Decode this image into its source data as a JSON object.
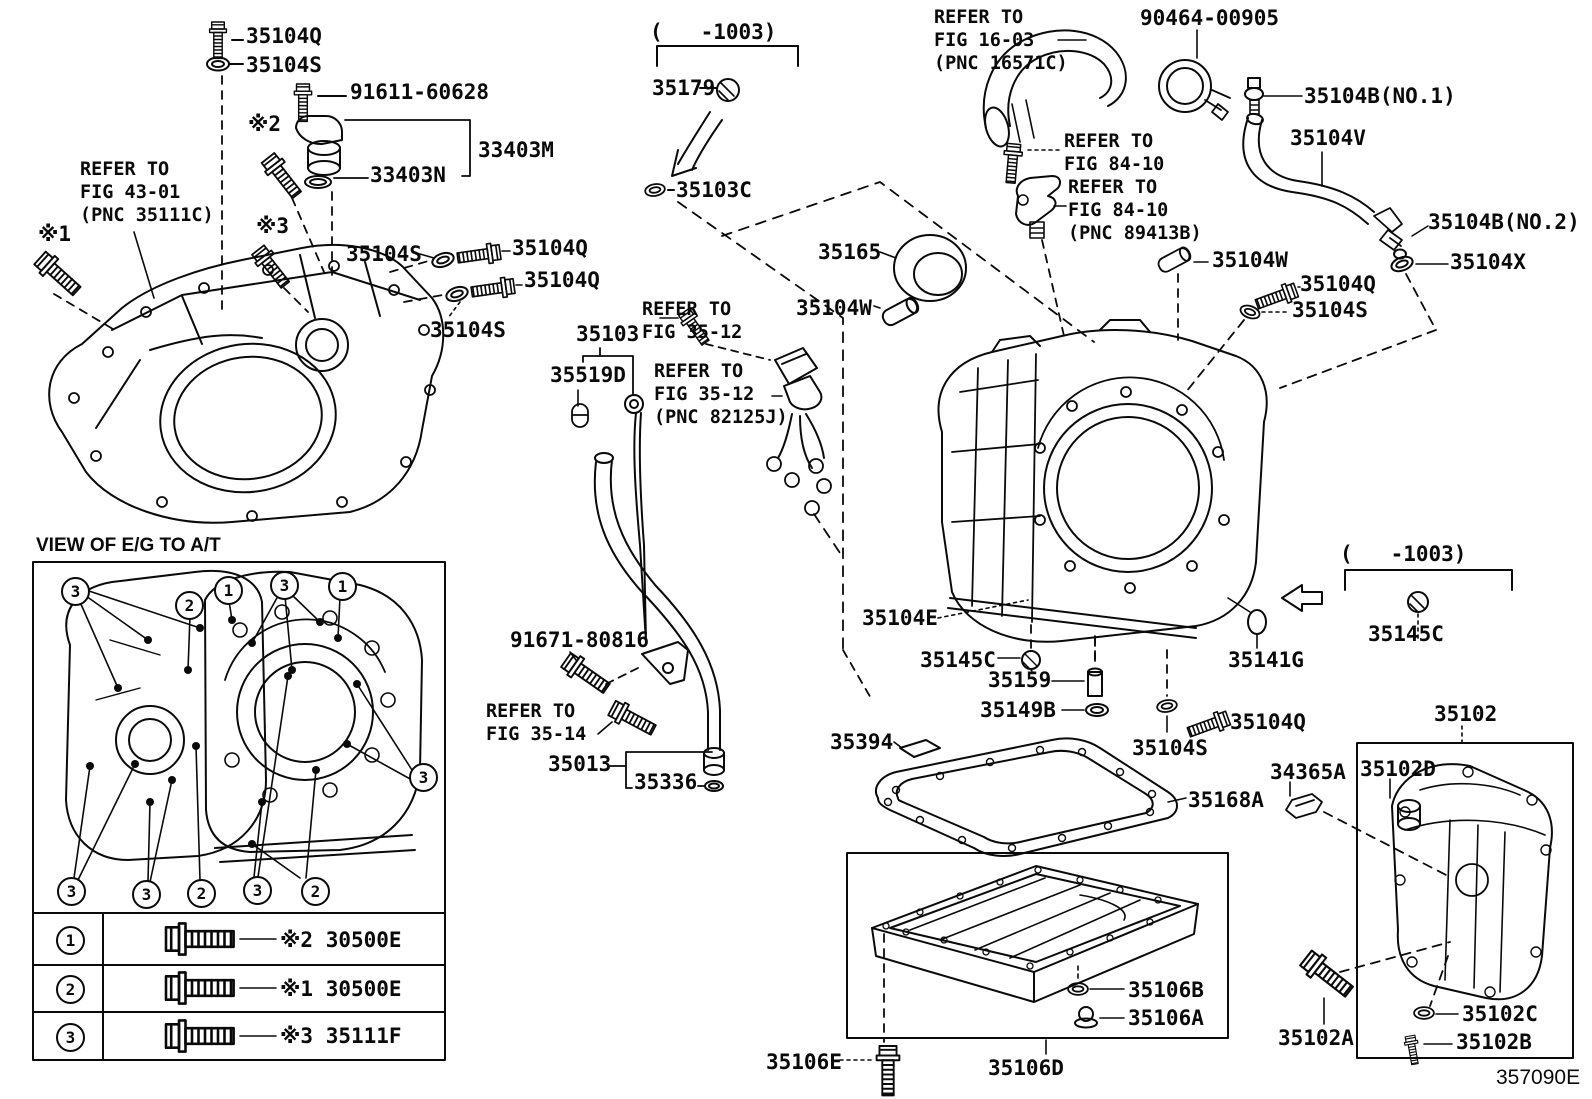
{
  "diagram": {
    "code": "357090E"
  },
  "view": {
    "title": "VIEW OF E/G TO A/T",
    "callouts": [
      {
        "n": "3"
      },
      {
        "n": "2"
      },
      {
        "n": "1"
      },
      {
        "n": "3"
      },
      {
        "n": "1"
      },
      {
        "n": "3"
      },
      {
        "n": "3"
      },
      {
        "n": "3"
      },
      {
        "n": "2"
      },
      {
        "n": "3"
      },
      {
        "n": "2"
      }
    ]
  },
  "legend": {
    "rows": [
      {
        "num": "1",
        "label": "※2 30500E"
      },
      {
        "num": "2",
        "label": "※1 30500E"
      },
      {
        "num": "3",
        "label": "※3 35111F"
      }
    ]
  },
  "labels": [
    {
      "text": "35104Q"
    },
    {
      "text": "35104S"
    },
    {
      "text": "91611-60628"
    },
    {
      "text": "※2"
    },
    {
      "text": "33403M"
    },
    {
      "text": "33403N"
    },
    {
      "text": "REFER TO\nFIG 43-01\n(PNC 35111C)"
    },
    {
      "text": "※1"
    },
    {
      "text": "※3"
    },
    {
      "text": "35104S"
    },
    {
      "text": "35104Q"
    },
    {
      "text": "35104Q"
    },
    {
      "text": "35104S"
    },
    {
      "text": "(   -1003)"
    },
    {
      "text": "35179"
    },
    {
      "text": "35103C"
    },
    {
      "text": "REFER TO\nFIG 16-03\n(PNC 16571C)"
    },
    {
      "text": "90464-00905"
    },
    {
      "text": "35104B(NO.1)"
    },
    {
      "text": "35104V"
    },
    {
      "text": "35104B(NO.2)"
    },
    {
      "text": "35104X"
    },
    {
      "text": "REFER TO\nFIG 84-10"
    },
    {
      "text": "REFER TO\nFIG 84-10\n(PNC 89413B)"
    },
    {
      "text": "35165"
    },
    {
      "text": "35104W"
    },
    {
      "text": "35103"
    },
    {
      "text": "REFER TO\nFIG 35-12"
    },
    {
      "text": "35519D"
    },
    {
      "text": "REFER TO\nFIG 35-12\n(PNC 82125J)"
    },
    {
      "text": "35104W"
    },
    {
      "text": "35104Q"
    },
    {
      "text": "35104S"
    },
    {
      "text": "91671-80816"
    },
    {
      "text": "REFER TO\nFIG 35-14"
    },
    {
      "text": "35013"
    },
    {
      "text": "35336"
    },
    {
      "text": "35104E"
    },
    {
      "text": "35145C"
    },
    {
      "text": "35159"
    },
    {
      "text": "35149B"
    },
    {
      "text": "35394"
    },
    {
      "text": "35104S"
    },
    {
      "text": "35104Q"
    },
    {
      "text": "35141G"
    },
    {
      "text": "(   -1003)"
    },
    {
      "text": "35145C"
    },
    {
      "text": "35102"
    },
    {
      "text": "34365A"
    },
    {
      "text": "35102D"
    },
    {
      "text": "35168A"
    },
    {
      "text": "35106B"
    },
    {
      "text": "35106A"
    },
    {
      "text": "35106E"
    },
    {
      "text": "35106D"
    },
    {
      "text": "35102A"
    },
    {
      "text": "35102C"
    },
    {
      "text": "35102B"
    }
  ]
}
